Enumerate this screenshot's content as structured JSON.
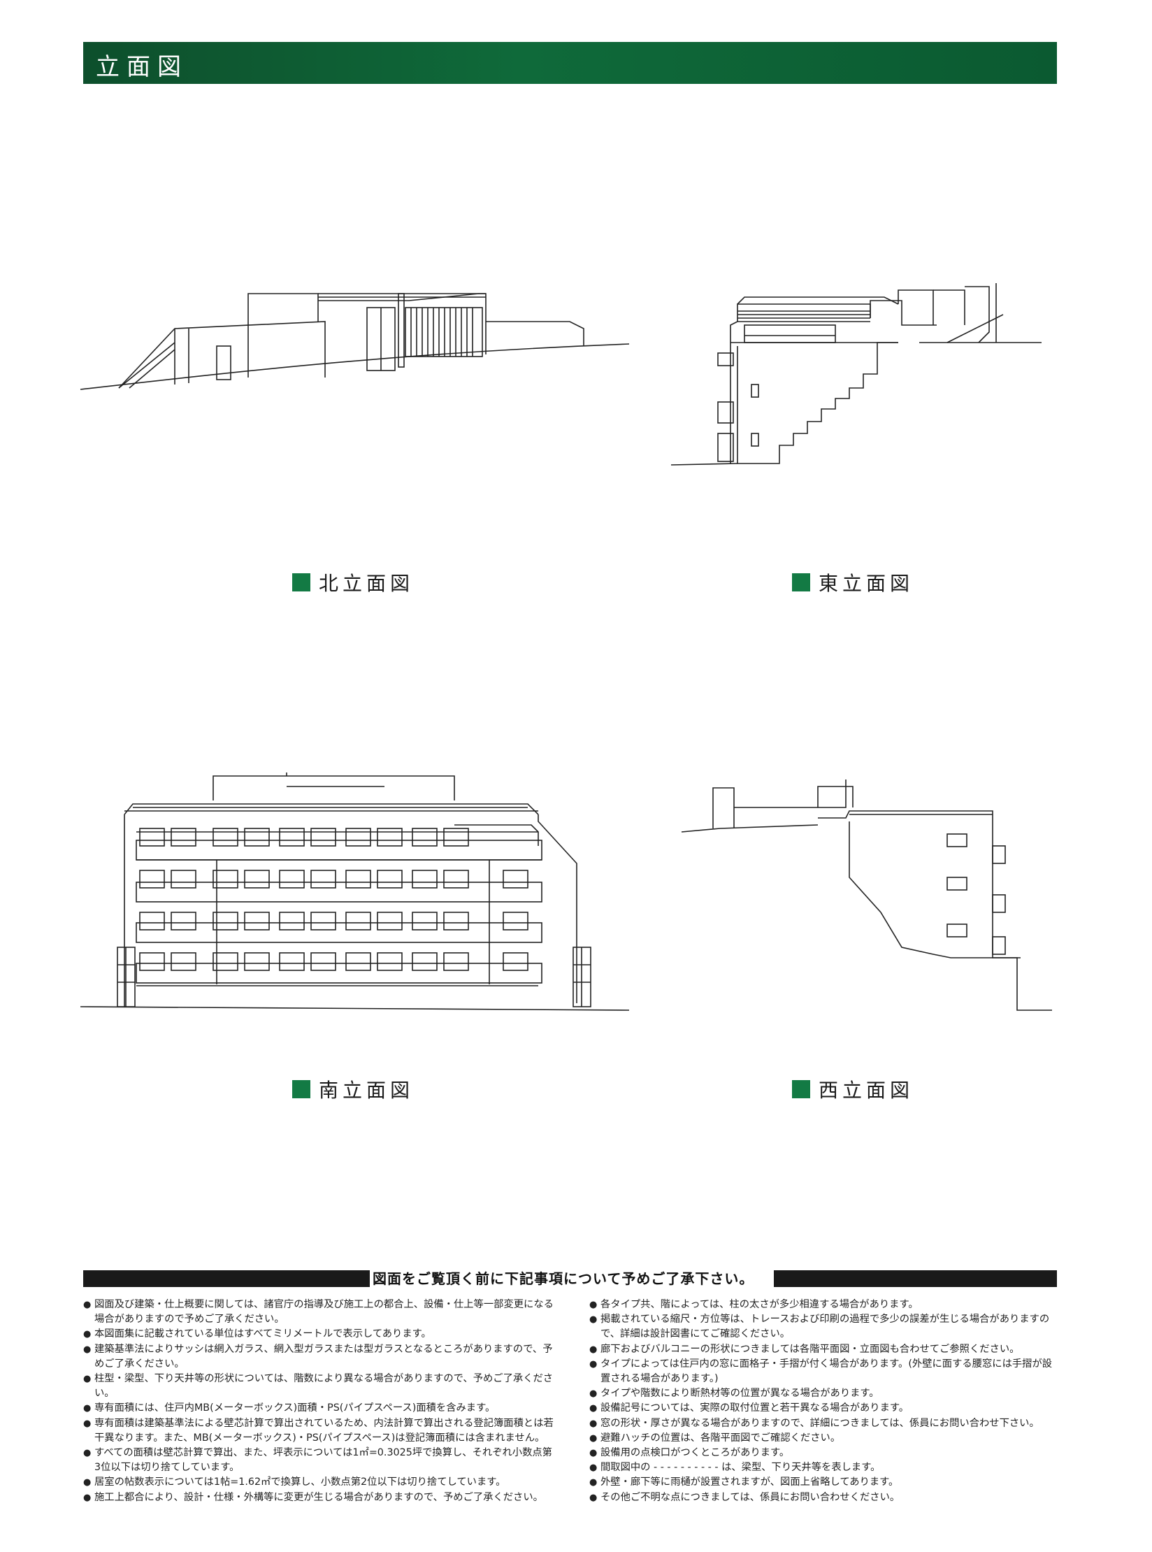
{
  "header": {
    "title": "立面図"
  },
  "captions": {
    "north": "北立面図",
    "east": "東立面図",
    "south": "南立面図",
    "west": "西立面図"
  },
  "notice": {
    "title": "図面をご覧頂く前に下記事項について予めご了承下さい。",
    "left_notes": [
      "図面及び建築・仕上概要に関しては、諸官庁の指導及び施工上の都合上、設備・仕上等一部変更になる場合がありますので予めご了承ください。",
      "本図面集に記載されている単位はすべてミリメートルで表示してあります。",
      "建築基準法によりサッシは網入ガラス、網入型ガラスまたは型ガラスとなるところがありますので、予めご了承ください。",
      "柱型・梁型、下り天井等の形状については、階数により異なる場合がありますので、予めご了承ください。",
      "専有面積には、住戸内MB(メーターボックス)面積・PS(パイプスペース)面積を含みます。",
      "専有面積は建築基準法による壁芯計算で算出されているため、内法計算で算出される登記簿面積とは若干異なります。また、MB(メーターボックス)・PS(パイプスペース)は登記簿面積には含まれません。",
      "すべての面積は壁芯計算で算出、また、坪表示については1㎡=0.3025坪で換算し、それぞれ小数点第3位以下は切り捨てしています。",
      "居室の帖数表示については1帖=1.62㎡で換算し、小数点第2位以下は切り捨てしています。",
      "施工上都合により、設計・仕様・外構等に変更が生じる場合がありますので、予めご了承ください。"
    ],
    "right_notes": [
      "各タイプ共、階によっては、柱の太さが多少相違する場合があります。",
      "掲載されている縮尺・方位等は、トレースおよび印刷の過程で多少の誤差が生じる場合がありますので、詳細は設計図書にてご確認ください。",
      "廊下およびバルコニーの形状につきましては各階平面図・立面図も合わせてご参照ください。",
      "タイプによっては住戸内の窓に面格子・手摺が付く場合があります。(外壁に面する腰窓には手摺が設置される場合があります。)",
      "タイプや階数により断熱材等の位置が異なる場合があります。",
      "設備記号については、実際の取付位置と若干異なる場合があります。",
      "窓の形状・厚さが異なる場合がありますので、詳細につきましては、係員にお問い合わせ下さい。",
      "避難ハッチの位置は、各階平面図でご確認ください。",
      "設備用の点検口がつくところがあります。",
      "間取図中の - - - - - - - - - - は、梁型、下り天井等を表します。",
      "外壁・廊下等に雨樋が設置されますが、図面上省略してあります。",
      "その他ご不明な点につきましては、係員にお問い合わせください。"
    ]
  }
}
